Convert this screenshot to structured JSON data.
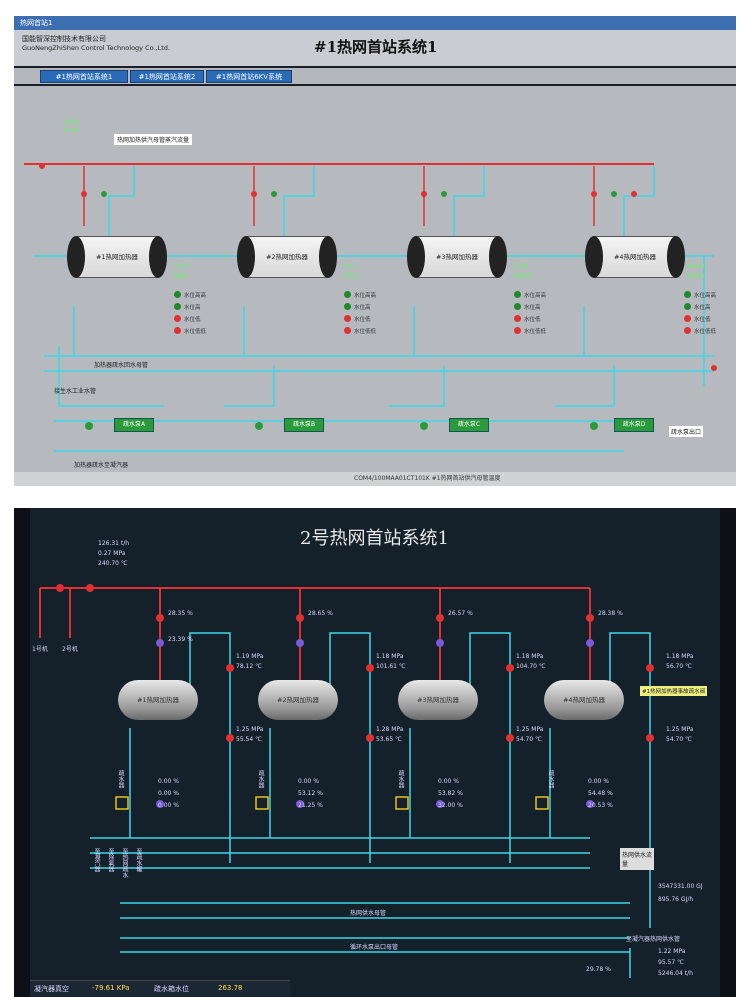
{
  "top_screen": {
    "window_title": "热网首站1",
    "company_cn": "国能智深控制技术有限公司",
    "company_en": "GuoNengZhiShen Control Technology Co.,Ltd.",
    "title": "#1热网首站系统1",
    "tabs": [
      "#1热网首站系统1",
      "#1热网首站系统2",
      "#1热网首站6KV系统"
    ],
    "header_note": "热网加热供汽母管蒸汽流量",
    "top_values": [
      "0.00",
      "0.00"
    ],
    "heaters": [
      {
        "label": "#1热网加热器",
        "v1": "72.0",
        "v2": "88.0"
      },
      {
        "label": "#2热网加热器",
        "v1": "6.0",
        "v2": "23.0"
      },
      {
        "label": "#3热网加热器",
        "v1": "72.0",
        "v2": "166.0"
      },
      {
        "label": "#4热网加热器",
        "v1": "120.0",
        "v2": "215.0"
      }
    ],
    "status_items": [
      "水位高高",
      "水位高",
      "水位低",
      "水位低低"
    ],
    "pump_labels": [
      "疏水泵A",
      "疏水泵B",
      "疏水泵C",
      "疏水泵D"
    ],
    "header_pipe_label": "加热器疏水回水母管",
    "side_label": "接生水工业水管",
    "bottom_label": "加热器疏水至凝汽器",
    "right_label": "疏水泵出口",
    "status_bar": "COM4/100MAA01CT101K #1热网首站供汽母管温度"
  },
  "bottom_screen": {
    "title": "2号热网首站系统1",
    "steam_values": [
      "126.31 t/h",
      "0.27 MPa",
      "240.70 ℃"
    ],
    "pipe_labels": [
      "1号机",
      "2号机"
    ],
    "tanks": [
      {
        "label": "#1热网加热器",
        "valve_pct": "28.35 %",
        "in_pct": "23.39 %",
        "p_out": "1.19 MPa",
        "t_out": "78.12 ℃",
        "p_in": "1.25 MPa",
        "t_in": "55.54 ℃",
        "drain": [
          "0.00 %",
          "0.00 %",
          "0.00 %"
        ]
      },
      {
        "label": "#2热网加热器",
        "valve_pct": "28.65 %",
        "in_pct": "",
        "p_out": "1.18 MPa",
        "t_out": "101.61 ℃",
        "p_in": "1.28 MPa",
        "t_in": "53.65 ℃",
        "drain": [
          "0.00 %",
          "53.12 %",
          "21.25 %"
        ]
      },
      {
        "label": "#3热网加热器",
        "valve_pct": "26.57 %",
        "in_pct": "",
        "p_out": "1.18 MPa",
        "t_out": "104.70 ℃",
        "p_in": "1.25 MPa",
        "t_in": "54.70 ℃",
        "drain": [
          "0.00 %",
          "53.82 %",
          "32.00 %"
        ]
      },
      {
        "label": "#4热网加热器",
        "valve_pct": "28.38 %",
        "in_pct": "",
        "p_out": "1.18 MPa",
        "t_out": "56.70 ℃",
        "p_in": "1.25 MPa",
        "t_in": "54.70 ℃",
        "drain": [
          "0.00 %",
          "54.48 %",
          "20.53 %"
        ]
      }
    ],
    "annotation": "#1热网加热器事故疏水阀",
    "side_labels": [
      "至凝汽器",
      "至除氧器",
      "至热网疏水",
      "至疏水罐"
    ],
    "pump_labels": [
      "疏水器",
      "疏水器",
      "疏水器",
      "疏水器"
    ],
    "right_box": "热网供水流量",
    "flow_values": [
      "3547331.00 GJ",
      "895.76 GJ/h"
    ],
    "return_values": [
      "1.22 MPa",
      "95.57 ℃",
      "5246.04 t/h"
    ],
    "return_label": "至凝汽器热网供水管",
    "bottom_header_1": "热网供水母管",
    "bottom_header_2": "循环水泵出口母管",
    "bottom_status": [
      "凝汽器真空",
      "-79.61 KPa",
      "疏水箱水位",
      "263.78"
    ],
    "pump_pct": "29.78 %"
  },
  "colors": {
    "steam_red": "#e03030",
    "water_cyan": "#3ad8e8",
    "value_green": "#58ff58",
    "screen_bg": "#14202a"
  }
}
